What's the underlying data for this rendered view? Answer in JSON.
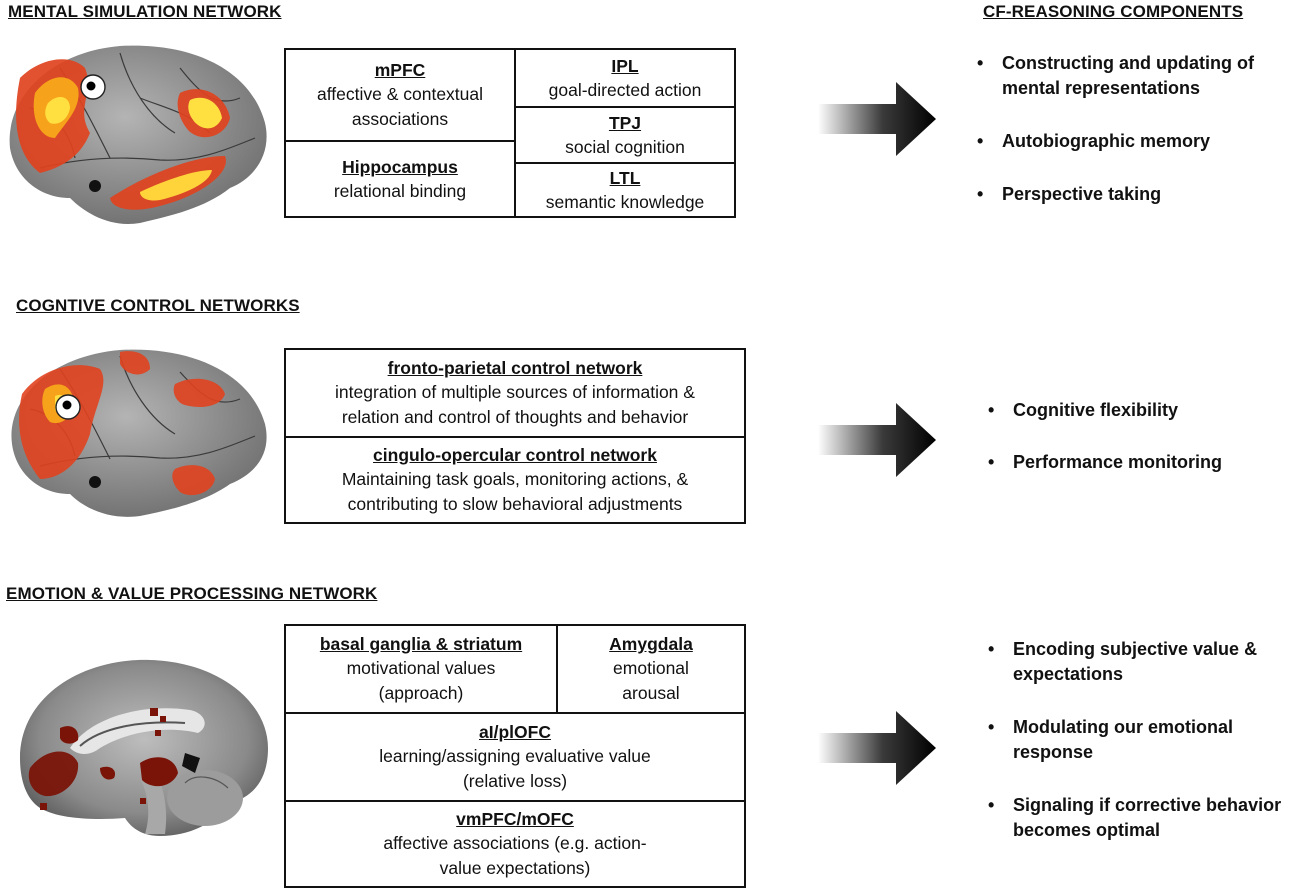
{
  "sections": [
    {
      "heading": "MENTAL SIMULATION NETWORK",
      "cells": [
        {
          "title": "mPFC",
          "desc": "affective & contextual associations"
        },
        {
          "title": "IPL",
          "desc": "goal-directed action"
        },
        {
          "title": "TPJ",
          "desc": "social cognition"
        },
        {
          "title": "Hippocampus",
          "desc": "relational binding"
        },
        {
          "title": "LTL",
          "desc": "semantic knowledge"
        }
      ],
      "bullets": [
        "Constructing and updating of mental representations",
        "Autobiographic memory",
        "Perspective taking"
      ]
    },
    {
      "heading": "COGNTIVE CONTROL NETWORKS",
      "cells": [
        {
          "title": "fronto-parietal control network",
          "desc": "integration of multiple sources of information & relation and control of thoughts and behavior"
        },
        {
          "title": "cingulo-opercular control network",
          "desc": "Maintaining task goals, monitoring actions, & contributing to slow behavioral adjustments"
        }
      ],
      "bullets": [
        "Cognitive flexibility",
        "Performance monitoring"
      ]
    },
    {
      "heading": "EMOTION & VALUE PROCESSING NETWORK",
      "cells": [
        {
          "title": "basal ganglia & striatum",
          "desc": "motivational values (approach)"
        },
        {
          "title": "Amygdala",
          "desc": "emotional arousal"
        },
        {
          "title": "aI/plOFC",
          "desc": "learning/assigning  evaluative value (relative loss)"
        },
        {
          "title": "vmPFC/mOFC",
          "desc": "affective associations (e.g.  action-value expectations)"
        }
      ],
      "bullets": [
        "Encoding subjective value & expectations",
        "Modulating our emotional response",
        "Signaling if corrective behavior becomes optimal"
      ]
    }
  ],
  "right_heading": "CF-REASONING COMPONENTS",
  "colors": {
    "arrow": "#000000",
    "activation_red": "#e0431e",
    "activation_yellow": "#ffe040",
    "cortex": "#9a9a9a",
    "dark_red": "#7a1408"
  }
}
